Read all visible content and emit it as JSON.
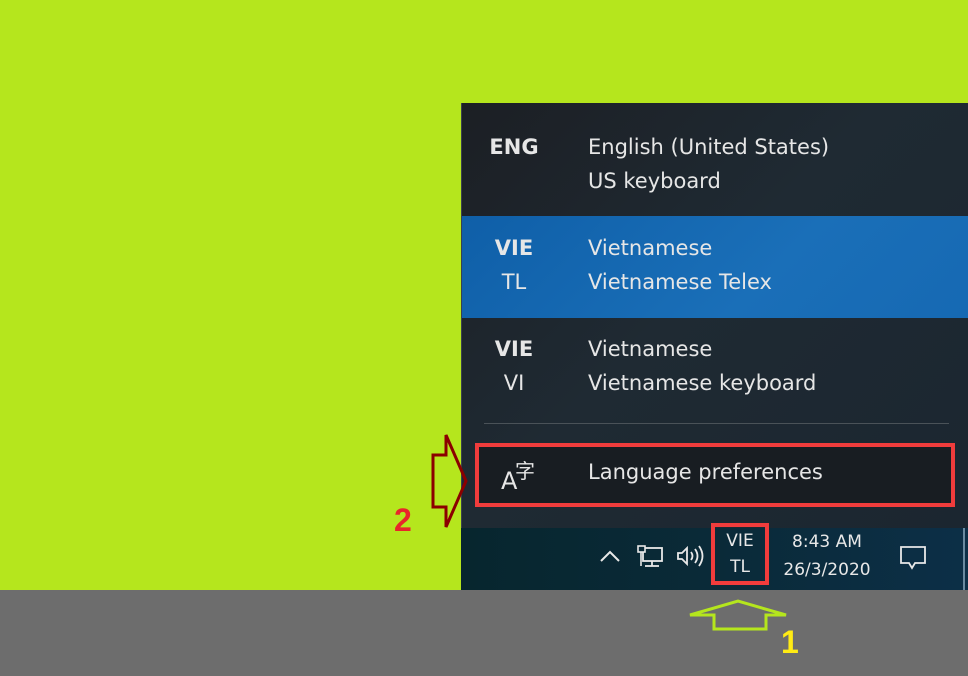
{
  "language_flyout": {
    "items": [
      {
        "code": "ENG",
        "subcode": "",
        "language": "English (United States)",
        "keyboard": "US keyboard",
        "selected": false
      },
      {
        "code": "VIE",
        "subcode": "TL",
        "language": "Vietnamese",
        "keyboard": "Vietnamese Telex",
        "selected": true
      },
      {
        "code": "VIE",
        "subcode": "VI",
        "language": "Vietnamese",
        "keyboard": "Vietnamese keyboard",
        "selected": false
      }
    ],
    "preferences": {
      "icon": "language-icon",
      "label": "Language preferences"
    }
  },
  "taskbar": {
    "tray_icons": [
      "chevron-up-icon",
      "network-icon",
      "volume-icon"
    ],
    "input_indicator": {
      "line1": "VIE",
      "line2": "TL"
    },
    "clock": {
      "time": "8:43 AM",
      "date": "26/3/2020"
    },
    "notification_icon": "action-center-icon"
  },
  "annotations": {
    "step1": {
      "label": "1",
      "color": "#ffeb14",
      "arrow_color": "#b5e61d"
    },
    "step2": {
      "label": "2",
      "color": "#e8262a",
      "arrow_color": "#8b0000"
    },
    "highlight_color": "#f03c3c"
  },
  "colors": {
    "background": "#b5e61d",
    "bottom_band": "#6d6d6d",
    "selected_item": "#1669b3",
    "flyout_bg": "#1f2a33"
  }
}
